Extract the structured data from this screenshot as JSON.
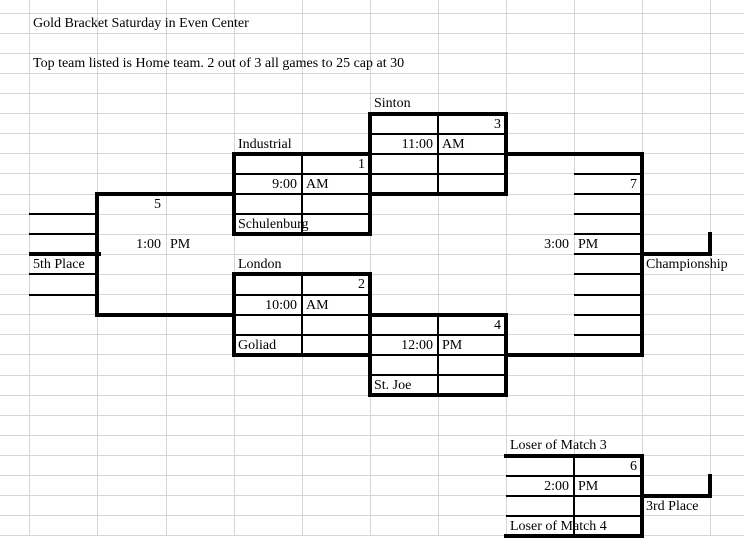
{
  "sheet": {
    "title": "Gold Bracket Saturday in Even Center",
    "subtitle": "Top team listed is Home team. 2 out of 3 all games to 25 cap at 30"
  },
  "colors": {
    "background": "#ffffff",
    "gridline": "#d6d6da",
    "bracket_line": "#000000",
    "text": "#000000"
  },
  "bracket": {
    "matches": {
      "m1": {
        "number": "1",
        "time": "9:00",
        "meridiem": "AM",
        "team_top": "Industrial",
        "team_bottom": "Schulenburg"
      },
      "m2": {
        "number": "2",
        "time": "10:00",
        "meridiem": "AM",
        "team_top": "London",
        "team_bottom": "Goliad"
      },
      "m3": {
        "number": "3",
        "time": "11:00",
        "meridiem": "AM",
        "team_top": "Sinton"
      },
      "m4": {
        "number": "4",
        "time": "12:00",
        "meridiem": "PM",
        "team_bottom": "St. Joe"
      },
      "m5": {
        "number": "5",
        "time": "1:00",
        "meridiem": "PM",
        "placement_label": "5th Place"
      },
      "m6": {
        "number": "6",
        "time": "2:00",
        "meridiem": "PM",
        "team_top": "Loser of Match 3",
        "team_bottom": "Loser of Match 4",
        "placement_label": "3rd Place"
      },
      "m7": {
        "number": "7",
        "time": "3:00",
        "meridiem": "PM",
        "placement_label": "Championship"
      }
    }
  }
}
